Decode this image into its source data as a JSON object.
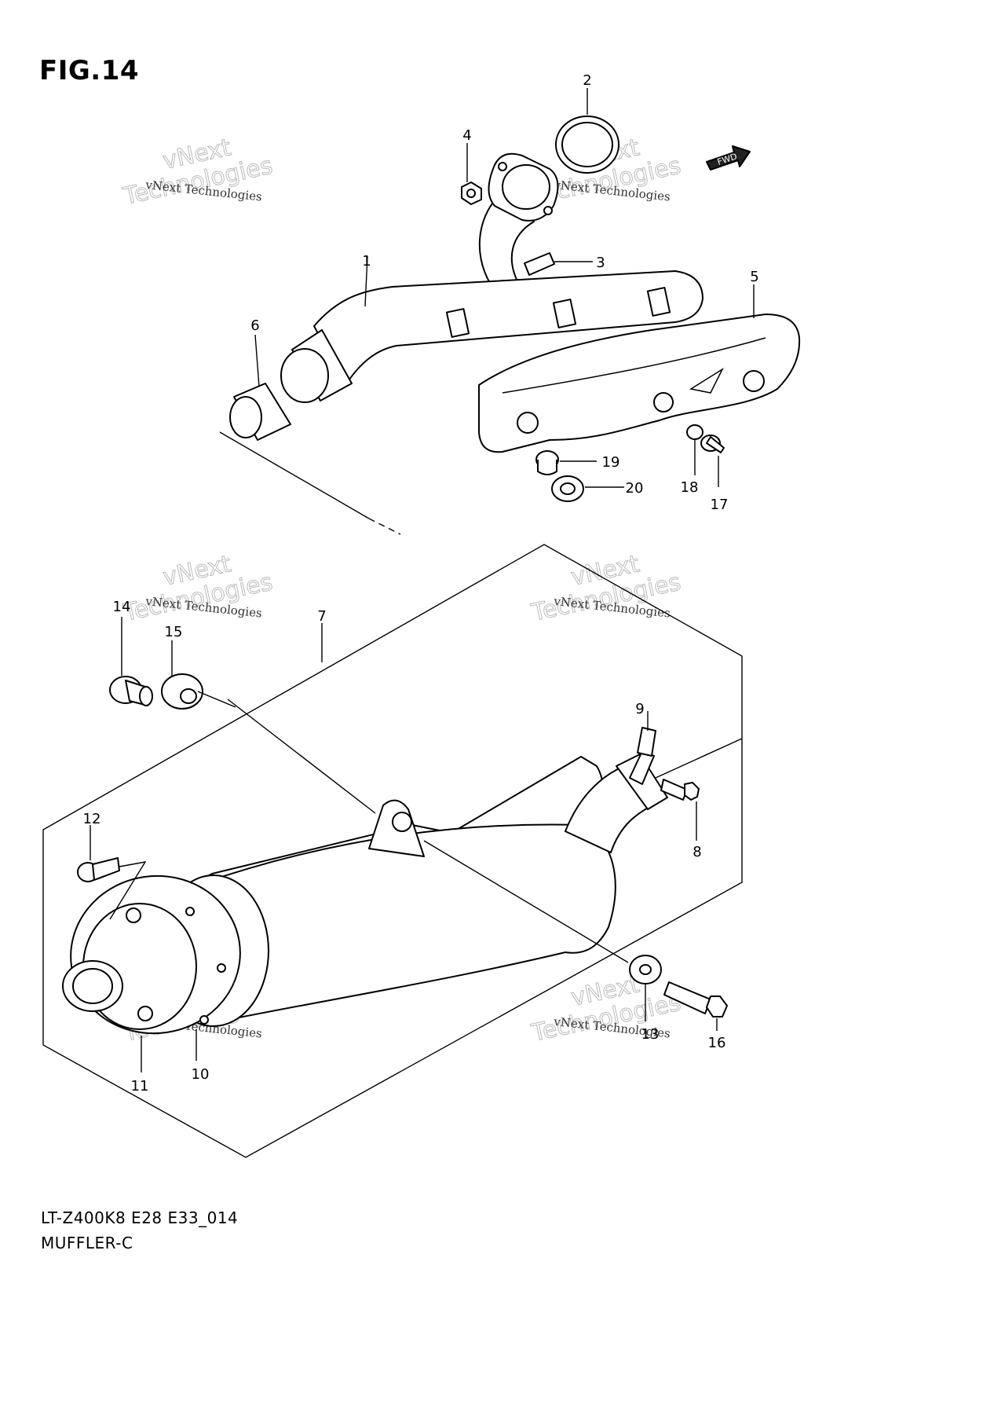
{
  "figure": {
    "title": "FIG.14",
    "model_code": "LT-Z400K8 E28 E33_014",
    "section_name": "MUFFLER-C",
    "fwd_label": "FWD"
  },
  "watermark": {
    "line1": "vNext Technologies",
    "line2": "vNext",
    "line3": "Technologies"
  },
  "callouts": [
    "1",
    "2",
    "3",
    "4",
    "5",
    "6",
    "7",
    "8",
    "9",
    "10",
    "11",
    "12",
    "13",
    "14",
    "15",
    "16",
    "17",
    "18",
    "19",
    "20"
  ]
}
